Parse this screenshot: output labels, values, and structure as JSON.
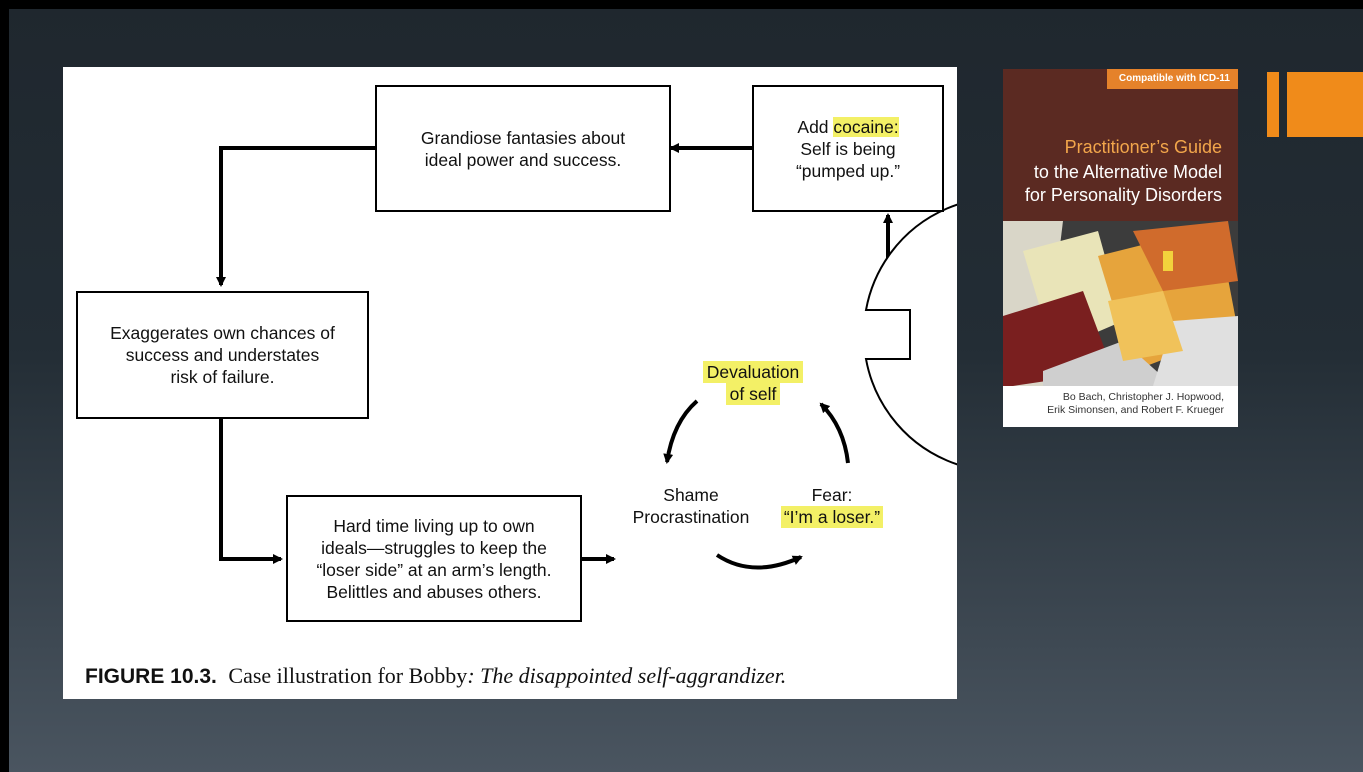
{
  "figure": {
    "box_grandiose": [
      "Grandiose fantasies about",
      "ideal power and success."
    ],
    "box_cocaine": {
      "prefix": "Add ",
      "highlight": "cocaine:",
      "line2": "Self is being",
      "line3": "“pumped up.”"
    },
    "box_exaggerates": [
      "Exaggerates own chances of",
      "success and understates",
      "risk of failure."
    ],
    "box_hardtime": [
      "Hard time living up to own",
      "ideals—struggles to keep the",
      "“loser side” at an arm’s length.",
      "Belittles and abuses others."
    ],
    "cycle": {
      "devaluation": [
        "Devaluation",
        "of self"
      ],
      "shame": [
        "Shame",
        "Procrastination"
      ],
      "fear": [
        "Fear:",
        "“I’m a loser.”"
      ]
    },
    "caption": {
      "label": "FIGURE 10.3.",
      "text": " Case illustration for Bobby",
      "colon": ": ",
      "italic": "The disappointed self-aggrandizer."
    }
  },
  "book": {
    "tag": "Compatible with ICD-11",
    "title_line1": "Practitioner’s Guide",
    "title_line2": "to the Alternative Model",
    "title_line3": "for Personality Disorders",
    "authors_line1": "Bo Bach, Christopher J. Hopwood,",
    "authors_line2": "Erik Simonsen, and Robert F. Krueger"
  },
  "colors": {
    "highlight": "#f3f066",
    "accent": "#f08b1a",
    "book_maroon": "#5b2a22"
  }
}
